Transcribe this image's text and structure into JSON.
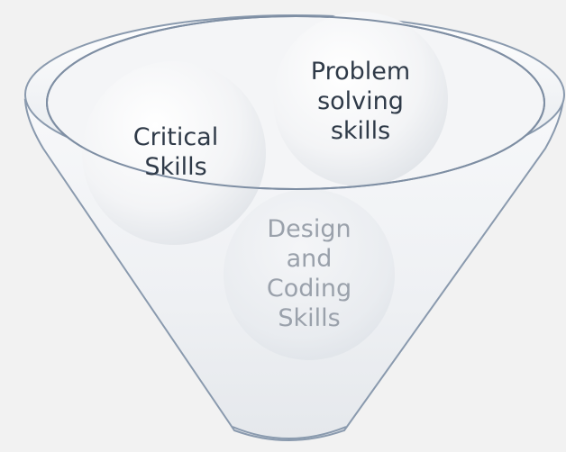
{
  "diagram": {
    "type": "funnel",
    "circles": [
      {
        "id": "critical",
        "label": "Critical\nSkills"
      },
      {
        "id": "problem",
        "label": "Problem\nsolving\nskills"
      },
      {
        "id": "design",
        "label": "Design\nand\nCoding\nSkills"
      }
    ]
  },
  "colors": {
    "background": "#f2f2f2",
    "funnel_outline": "#8a9aae",
    "text_dark": "#2f3a48",
    "text_faded": "#9aa1ab"
  }
}
